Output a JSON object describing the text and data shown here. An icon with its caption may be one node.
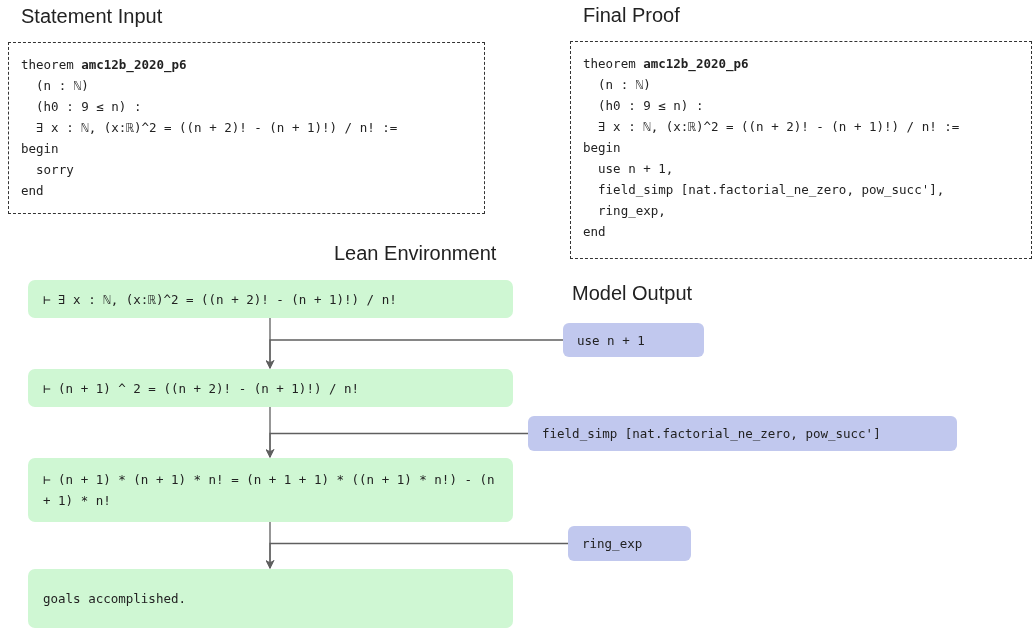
{
  "diagram": {
    "nodes": [
      {
        "text": [
          "Statement Input",
          "theorem **amc12b_2020_p6**",
          "  (n : ℕ)",
          "  (h0 : 9 ≤ n) :",
          "  ∃ x : ℕ, (x:ℝ)^2 = ((n + 2)! - (n + 1)!) / n! :=",
          "begin",
          "  sorry",
          "end"
        ]
      },
      {
        "text": [
          "Final Proof",
          "theorem **amc12b_2020_p6**",
          "  (n : ℕ)",
          "  (h0 : 9 ≤ n) :",
          "  ∃ x : ℕ, (x:ℝ)^2 = ((n + 2)! - (n + 1)!) / n! :=",
          "begin",
          "  use n + 1,",
          "  field_simp [nat.factorial_ne_zero, pow_succ'],",
          "  ring_exp,",
          "end"
        ]
      },
      {
        "text": [
          "⊢ ∃ x : ℕ, (x:ℝ)^2 = ((n + 2)! - (n + 1)!) / n!"
        ]
      },
      {
        "text": [
          "use n + 1"
        ]
      },
      {
        "text": [
          "⊢ (n + 1) ^ 2 = ((n + 2)! - (n + 1)!) / n!"
        ]
      },
      {
        "text": [
          "field_simp [nat.factorial_ne_zero, pow_succ']"
        ]
      },
      {
        "text": [
          "⊢ (n + 1) * (n + 1) * n! = (n + 1 + 1) * ((n + 1) * n!) - (n + 1) * n!"
        ]
      },
      {
        "text": [
          "ring_exp"
        ]
      },
      {
        "text": [
          "goals accomplished."
        ]
      }
    ],
    "edges": [
      {
        "from": 2,
        "to": 4,
        "arrow": "to"
      },
      {
        "from": 3,
        "to": 4,
        "arrow": "to"
      },
      {
        "from": 4,
        "to": 6,
        "arrow": "to"
      },
      {
        "from": 5,
        "to": 6,
        "arrow": "to"
      },
      {
        "from": 6,
        "to": 8,
        "arrow": "to"
      },
      {
        "from": 7,
        "to": 8,
        "arrow": "to"
      }
    ],
    "labels": [
      "Lean Environment",
      "Model Output"
    ]
  }
}
